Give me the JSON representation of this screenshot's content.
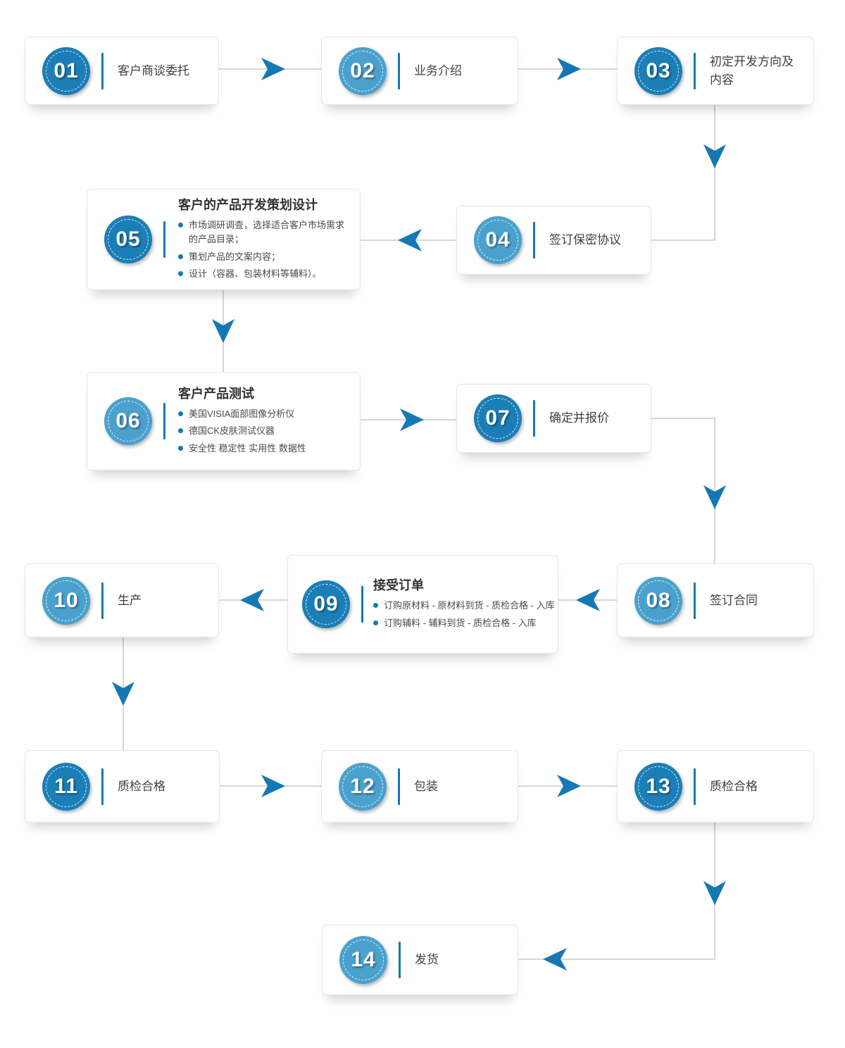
{
  "colors": {
    "circle_dark": "#1b7eb7",
    "circle_light": "#4ba1ce",
    "accent": "#1478b4",
    "connector": "#d7d7d7",
    "title_text": "#333333",
    "label_text": "#404040",
    "bullet_text": "#4a4a4a",
    "card_border": "#e5e5e5",
    "card_bg": "#ffffff"
  },
  "steps": [
    {
      "number": "01",
      "label": "客户商谈委托",
      "variant": "dark"
    },
    {
      "number": "02",
      "label": "业务介绍",
      "variant": "light"
    },
    {
      "number": "03",
      "label": "初定开发方向及内容",
      "variant": "dark"
    },
    {
      "number": "04",
      "label": "签订保密协议",
      "variant": "light"
    },
    {
      "number": "05",
      "title": "客户的产品开发策划设计",
      "variant": "dark",
      "bullets": [
        "市场调研调查，选择适合客户市场需求的产品目录；",
        "策划产品的文案内容；",
        "设计（容器、包装材料等辅料）。"
      ]
    },
    {
      "number": "06",
      "title": "客户产品测试",
      "variant": "light",
      "bullets": [
        "美国VISIA面部图像分析仪",
        "德国CK皮肤测试仪器",
        "安全性 稳定性 实用性 数据性"
      ]
    },
    {
      "number": "07",
      "label": "确定并报价",
      "variant": "dark"
    },
    {
      "number": "08",
      "label": "签订合同",
      "variant": "light"
    },
    {
      "number": "09",
      "title": "接受订单",
      "variant": "dark",
      "bullets": [
        "订购原材料 - 原材料到货 - 质检合格 - 入库",
        "订购辅料 - 辅料到货 - 质检合格 - 入库"
      ]
    },
    {
      "number": "10",
      "label": "生产",
      "variant": "light"
    },
    {
      "number": "11",
      "label": "质检合格",
      "variant": "dark"
    },
    {
      "number": "12",
      "label": "包装",
      "variant": "light"
    },
    {
      "number": "13",
      "label": "质检合格",
      "variant": "dark"
    },
    {
      "number": "14",
      "label": "发货",
      "variant": "light"
    }
  ]
}
